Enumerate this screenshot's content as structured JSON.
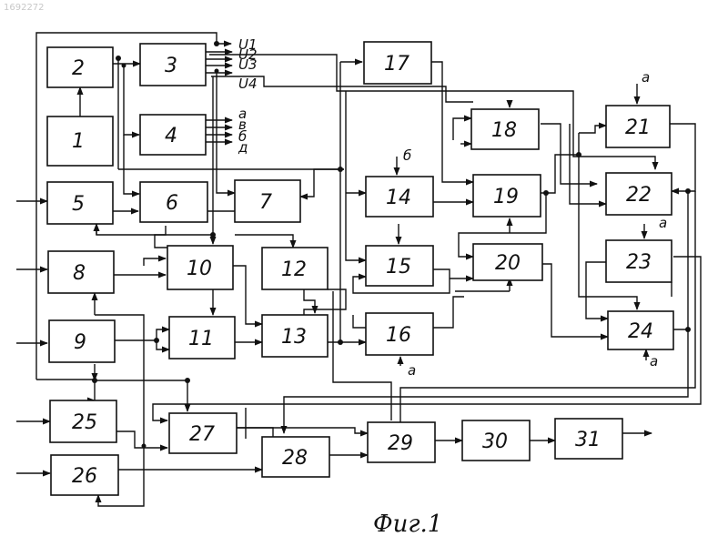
{
  "figure": {
    "caption": "Фиг.1",
    "corner_text": "1692272"
  },
  "blocks": [
    {
      "id": "1",
      "label": "1"
    },
    {
      "id": "2",
      "label": "2"
    },
    {
      "id": "3",
      "label": "3"
    },
    {
      "id": "4",
      "label": "4"
    },
    {
      "id": "5",
      "label": "5"
    },
    {
      "id": "6",
      "label": "6"
    },
    {
      "id": "7",
      "label": "7"
    },
    {
      "id": "8",
      "label": "8"
    },
    {
      "id": "9",
      "label": "9"
    },
    {
      "id": "10",
      "label": "10"
    },
    {
      "id": "11",
      "label": "11"
    },
    {
      "id": "12",
      "label": "12"
    },
    {
      "id": "13",
      "label": "13"
    },
    {
      "id": "14",
      "label": "14"
    },
    {
      "id": "15",
      "label": "15"
    },
    {
      "id": "16",
      "label": "16"
    },
    {
      "id": "17",
      "label": "17"
    },
    {
      "id": "18",
      "label": "18"
    },
    {
      "id": "19",
      "label": "19"
    },
    {
      "id": "20",
      "label": "20"
    },
    {
      "id": "21",
      "label": "21"
    },
    {
      "id": "22",
      "label": "22"
    },
    {
      "id": "23",
      "label": "23"
    },
    {
      "id": "24",
      "label": "24"
    },
    {
      "id": "25",
      "label": "25"
    },
    {
      "id": "26",
      "label": "26"
    },
    {
      "id": "27",
      "label": "27"
    },
    {
      "id": "28",
      "label": "28"
    },
    {
      "id": "29",
      "label": "29"
    },
    {
      "id": "30",
      "label": "30"
    },
    {
      "id": "31",
      "label": "31"
    }
  ],
  "signals": {
    "u1": "U1",
    "u2": "U2",
    "u3": "U3",
    "u4": "U4",
    "out_a": "a",
    "out_b": "в",
    "out_c": "б",
    "out_d": "д",
    "in_14": "б",
    "in_16": "a",
    "in_21": "a",
    "in_23": "a",
    "in_24": "a"
  }
}
